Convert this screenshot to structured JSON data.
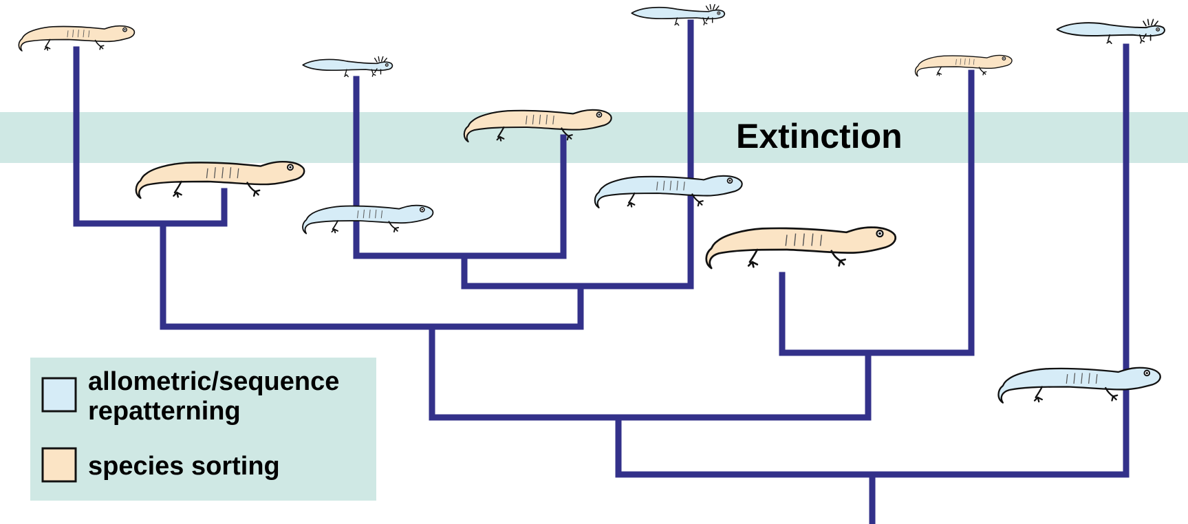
{
  "extinction_band": {
    "label": "Extinction",
    "color": "#cfe8e4"
  },
  "tree": {
    "branch_color": "#33318a"
  },
  "legend": {
    "background": "#cfe8e4",
    "items": [
      {
        "line1": "allometric/sequence",
        "line2": "repatterning",
        "swatch": "#d6ecf7"
      },
      {
        "line1": "species sorting",
        "line2": "",
        "swatch": "#fbe4c5"
      }
    ]
  },
  "colors": {
    "blue_salamander": "#d6ecf7",
    "orange_salamander": "#fbe4c5",
    "outline": "#111111"
  },
  "icons": [
    "salamander-icon",
    "axolotl-icon"
  ]
}
